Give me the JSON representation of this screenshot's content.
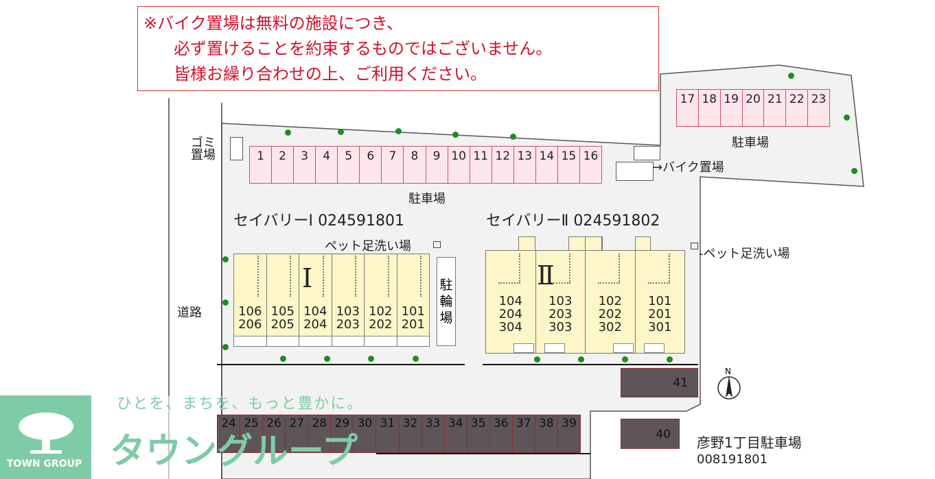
{
  "notice": {
    "lines": [
      "※バイク置場は無料の施設につき、",
      "必ず置けることを約束するものではございません。",
      "皆様お繰り合わせの上、ご利用ください。"
    ]
  },
  "labels": {
    "garbage": "ゴミ置場",
    "parking": "駐車場",
    "bike_parking": "バイク置場",
    "road": "道路",
    "pet_wash": "ペット足洗い場",
    "bicycle": "駐輪場",
    "north": "N"
  },
  "buildings": [
    {
      "name": "セイバリーⅠ",
      "code": "024591801",
      "mark": "Ⅰ",
      "units": [
        [
          "106",
          "206"
        ],
        [
          "105",
          "205"
        ],
        [
          "104",
          "204"
        ],
        [
          "103",
          "203"
        ],
        [
          "102",
          "202"
        ],
        [
          "101",
          "201"
        ]
      ]
    },
    {
      "name": "セイバリーⅡ",
      "code": "024591802",
      "mark": "Ⅱ",
      "units": [
        [
          "104",
          "204",
          "304"
        ],
        [
          "103",
          "203",
          "303"
        ],
        [
          "102",
          "202",
          "302"
        ],
        [
          "101",
          "201",
          "301"
        ]
      ]
    }
  ],
  "parking_top": [
    "1",
    "2",
    "3",
    "4",
    "5",
    "6",
    "7",
    "8",
    "9",
    "10",
    "11",
    "12",
    "13",
    "14",
    "15",
    "16"
  ],
  "parking_right": [
    "17",
    "18",
    "19",
    "20",
    "21",
    "22",
    "23"
  ],
  "parking_bottom": [
    "24",
    "25",
    "26",
    "27",
    "28",
    "29",
    "30",
    "31",
    "32",
    "33",
    "34",
    "35",
    "36",
    "37",
    "38",
    "39"
  ],
  "parking_extra": [
    "41",
    "40"
  ],
  "lot2": {
    "name": "彦野1丁目駐車場",
    "code": "008191801"
  },
  "logo": {
    "tagline": "ひとを、まちを、もっと豊かに。",
    "name_jp": "タウングループ",
    "name_en": "TOWN GROUP"
  },
  "colors": {
    "parking": "#fde5ec",
    "building": "#fdf6c8",
    "tree": "#1e8c1e",
    "brand": "#7ecba8",
    "notice": "#d0112b",
    "unavailable": "#5e5558"
  }
}
